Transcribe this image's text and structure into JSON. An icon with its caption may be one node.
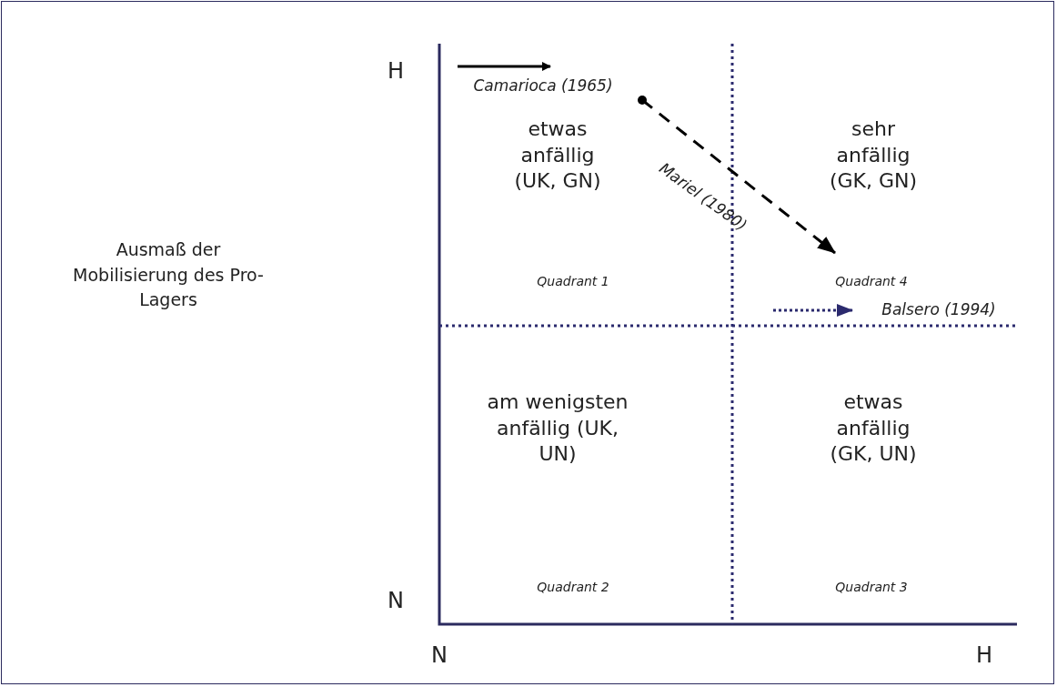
{
  "diagram": {
    "labels": [
      "H",
      "Camarioca (1965)",
      "etwas anfällig (UK, GN)",
      "Mariel (1980)",
      "sehr anfällig (GK, GN)",
      "Ausmaß der Mobilisierung des Pro-Lagers",
      "Quadrant 1",
      "Quadrant 4",
      "Balsero (1994)",
      "am wenigsten anfällig (UK, UN)",
      "etwas anfällig (GK, UN)",
      "N",
      "Quadrant 2",
      "Quadrant 3",
      "N",
      "H"
    ]
  }
}
